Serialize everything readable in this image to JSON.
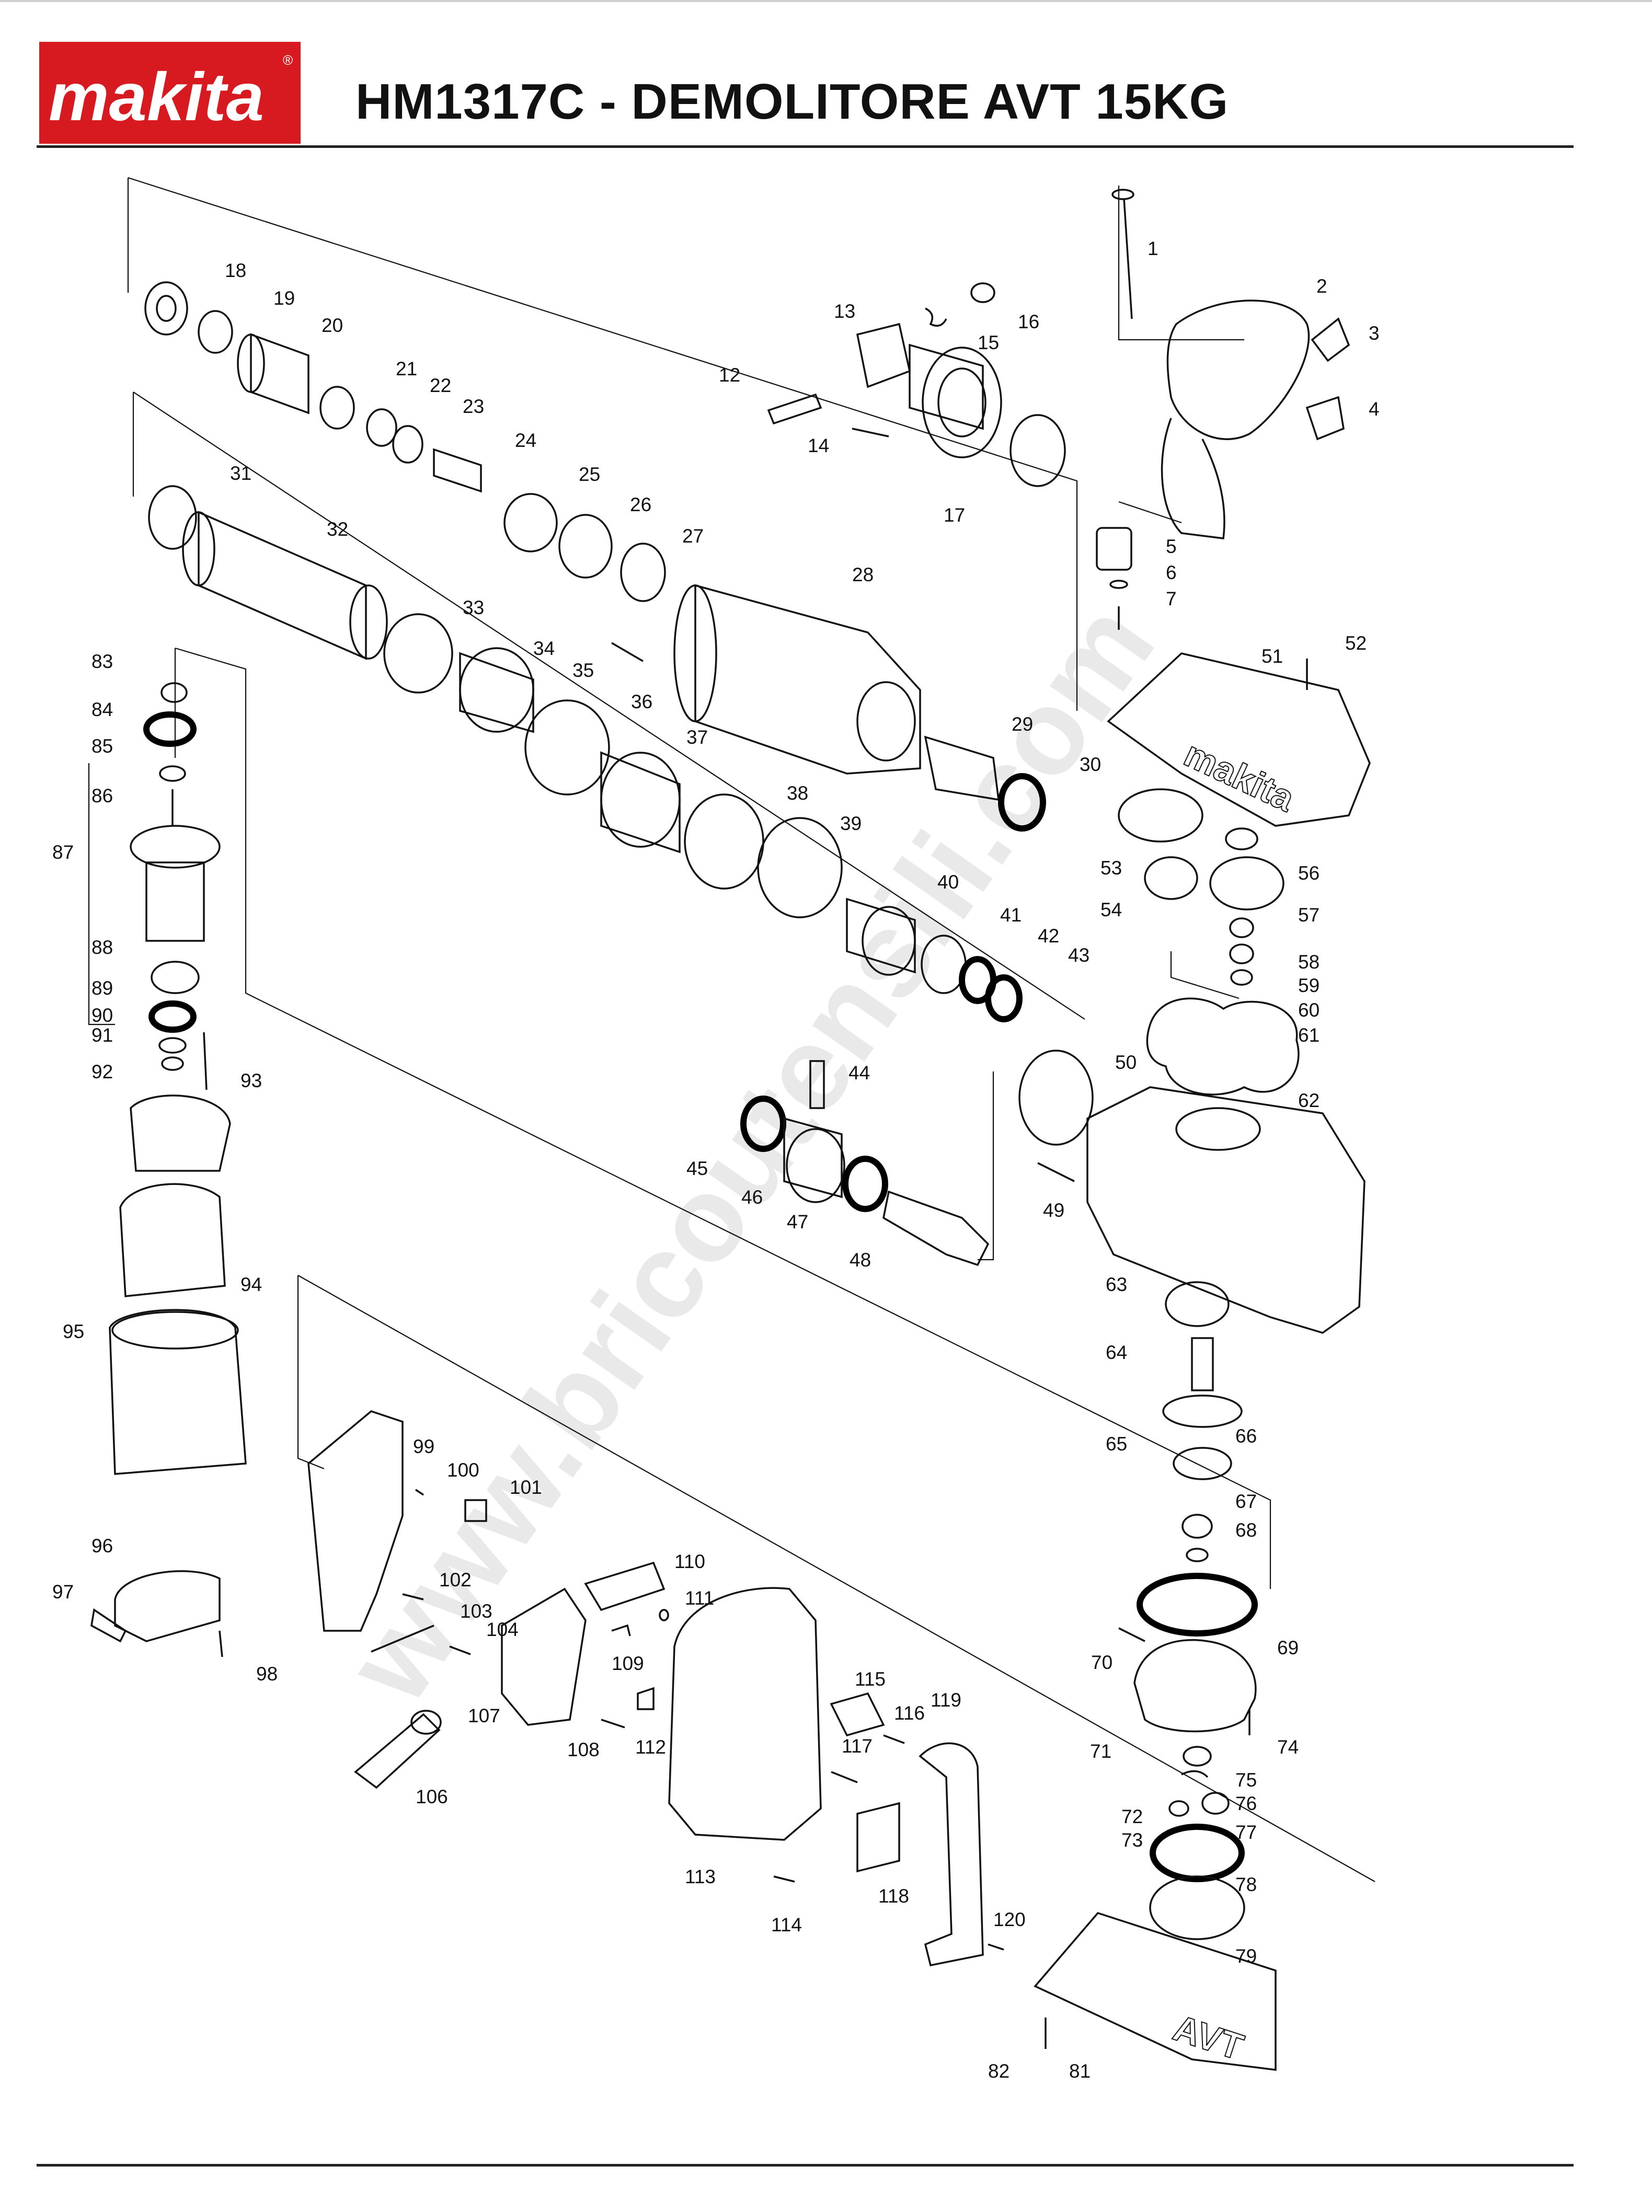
{
  "header": {
    "brand": "makita",
    "brand_mark": "®",
    "title": "HM1317C - DEMOLITORE AVT 15KG"
  },
  "watermark": "www.bricoutensili.com",
  "product_marks": {
    "housing_brand": "makita",
    "base_mark": "AVT"
  },
  "colors": {
    "brand_red": "#d71920",
    "line": "#111111",
    "watermark": "#d8d8d8"
  },
  "part_numbers": [
    "1",
    "2",
    "3",
    "4",
    "5",
    "6",
    "7",
    "12",
    "13",
    "14",
    "15",
    "16",
    "17",
    "18",
    "19",
    "20",
    "21",
    "22",
    "23",
    "24",
    "25",
    "26",
    "27",
    "28",
    "29",
    "30",
    "31",
    "32",
    "33",
    "34",
    "35",
    "36",
    "37",
    "38",
    "39",
    "40",
    "41",
    "42",
    "43",
    "44",
    "45",
    "46",
    "47",
    "48",
    "49",
    "50",
    "51",
    "52",
    "53",
    "54",
    "56",
    "57",
    "58",
    "59",
    "60",
    "61",
    "62",
    "63",
    "64",
    "65",
    "66",
    "67",
    "68",
    "69",
    "70",
    "71",
    "72",
    "73",
    "74",
    "75",
    "76",
    "77",
    "78",
    "79",
    "81",
    "82",
    "83",
    "84",
    "85",
    "86",
    "87",
    "88",
    "89",
    "90",
    "91",
    "92",
    "93",
    "94",
    "95",
    "96",
    "97",
    "98",
    "99",
    "100",
    "101",
    "102",
    "103",
    "104",
    "106",
    "107",
    "108",
    "109",
    "110",
    "111",
    "112",
    "113",
    "114",
    "115",
    "116",
    "117",
    "118",
    "119",
    "120"
  ]
}
